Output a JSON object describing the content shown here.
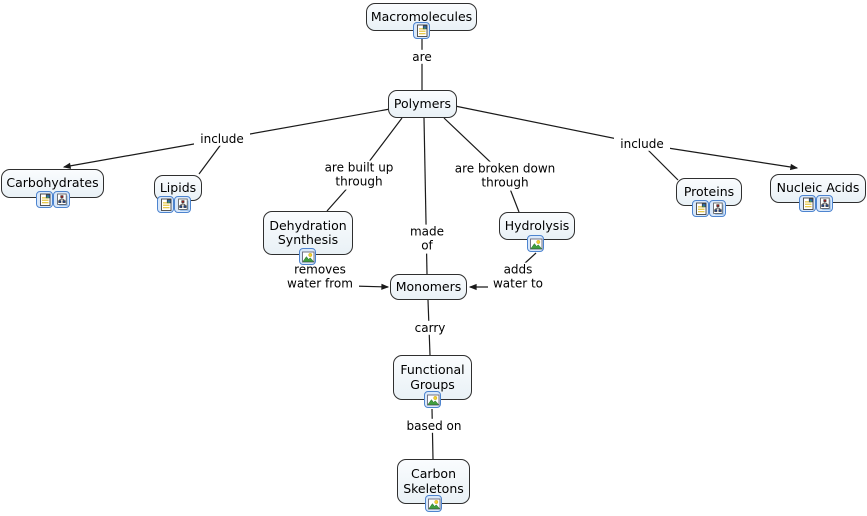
{
  "app": {
    "type": "concept-map",
    "topic": "Macromolecules"
  },
  "colors": {
    "canvas_bg": "#ffffff",
    "node_fill_top": "#fafcfe",
    "node_fill_bottom": "#e9f1f6",
    "node_border": "#2f2f2f",
    "line": "#1a1a1a",
    "icon_tile_bg": "#d9e8fa",
    "icon_tile_border": "#4d84cf",
    "text": "#000000"
  },
  "nodes": [
    {
      "id": "macromolecules",
      "label": "Macromolecules",
      "icons": [
        "document-icon"
      ]
    },
    {
      "id": "polymers",
      "label": "Polymers",
      "icons": []
    },
    {
      "id": "carbohydrates",
      "label": "Carbohydrates",
      "icons": [
        "document-icon",
        "cmap-icon"
      ]
    },
    {
      "id": "lipids",
      "label": "Lipids",
      "icons": [
        "document-icon",
        "cmap-icon"
      ]
    },
    {
      "id": "dehydration-synthesis",
      "label": "Dehydration Synthesis",
      "icons": [
        "image-icon"
      ]
    },
    {
      "id": "monomers",
      "label": "Monomers",
      "icons": []
    },
    {
      "id": "hydrolysis",
      "label": "Hydrolysis",
      "icons": [
        "image-icon"
      ]
    },
    {
      "id": "proteins",
      "label": "Proteins",
      "icons": [
        "document-icon",
        "cmap-icon"
      ]
    },
    {
      "id": "nucleic-acids",
      "label": "Nucleic Acids",
      "icons": [
        "document-icon",
        "cmap-icon"
      ]
    },
    {
      "id": "functional-groups",
      "label": "Functional Groups",
      "icons": [
        "image-icon"
      ]
    },
    {
      "id": "carbon-skeletons",
      "label": "Carbon Skeletons",
      "icons": [
        "image-icon"
      ]
    }
  ],
  "links": [
    {
      "label": "are",
      "from": "Macromolecules",
      "to": [
        "Polymers"
      ],
      "arrow_to": []
    },
    {
      "label": "include",
      "from": "Polymers",
      "to": [
        "Carbohydrates",
        "Lipids"
      ],
      "arrow_to": [
        "Carbohydrates"
      ]
    },
    {
      "label": "are built up through",
      "from": "Polymers",
      "to": [
        "Dehydration Synthesis"
      ],
      "arrow_to": []
    },
    {
      "label": "made of",
      "from": "Polymers",
      "to": [
        "Monomers"
      ],
      "arrow_to": []
    },
    {
      "label": "are broken down through",
      "from": "Polymers",
      "to": [
        "Hydrolysis"
      ],
      "arrow_to": []
    },
    {
      "label": "include",
      "from": "Polymers",
      "to": [
        "Proteins",
        "Nucleic Acids"
      ],
      "arrow_to": [
        "Nucleic Acids"
      ]
    },
    {
      "label": "removes water from",
      "from": "Dehydration Synthesis",
      "to": [
        "Monomers"
      ],
      "arrow_to": [
        "Monomers"
      ]
    },
    {
      "label": "adds water to",
      "from": "Hydrolysis",
      "to": [
        "Monomers"
      ],
      "arrow_to": [
        "Monomers"
      ]
    },
    {
      "label": "carry",
      "from": "Monomers",
      "to": [
        "Functional Groups"
      ],
      "arrow_to": []
    },
    {
      "label": "based on",
      "from": "Functional Groups",
      "to": [
        "Carbon Skeletons"
      ],
      "arrow_to": []
    }
  ]
}
